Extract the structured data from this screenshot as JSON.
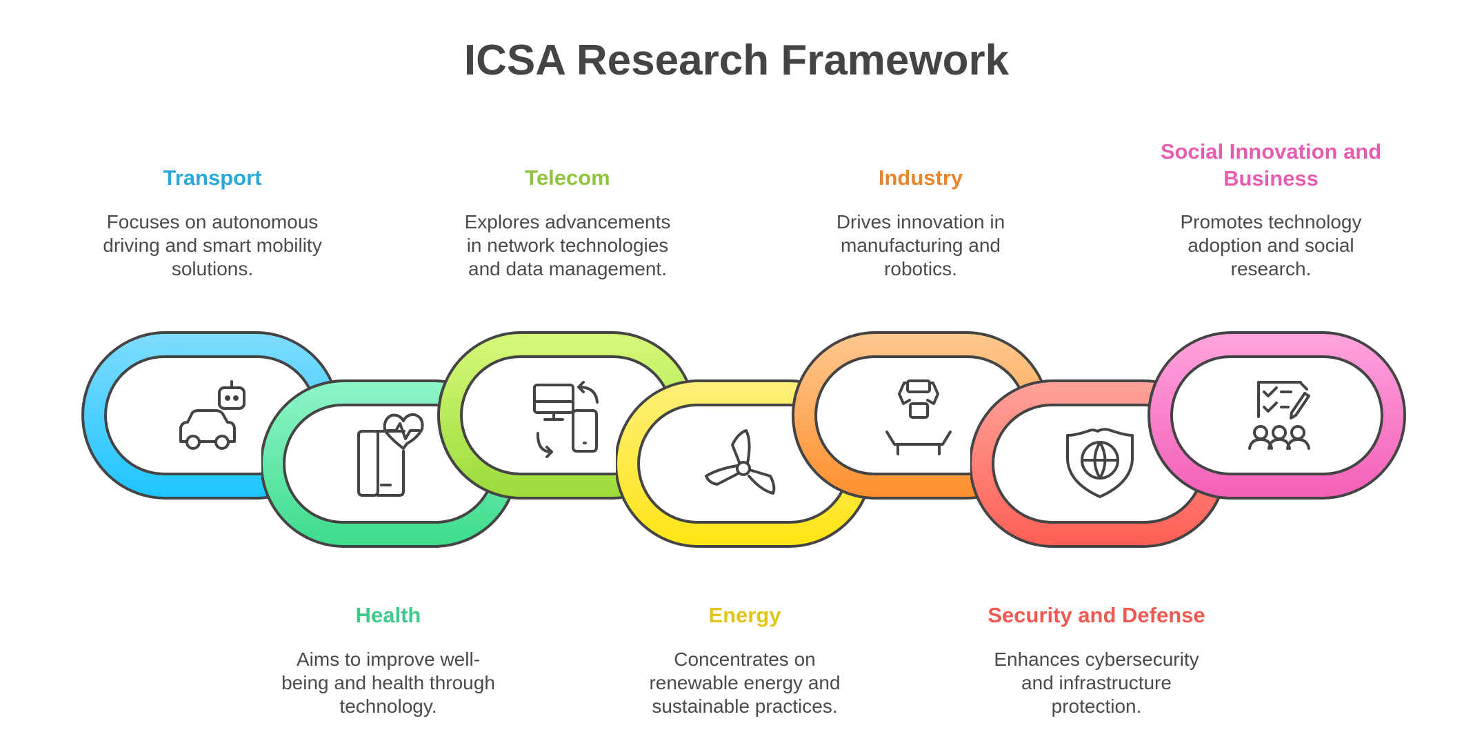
{
  "title": "ICSA Research Framework",
  "topics": [
    {
      "name": "Transport",
      "description": "Focuses on autonomous\ndriving and smart mobility\nsolutions.",
      "color": "#29a9d8",
      "icon": "autonomous-car-icon",
      "gradient": [
        "#7fdcff",
        "#1ec4ff"
      ]
    },
    {
      "name": "Health",
      "description": "Aims to improve well-\nbeing and health through\ntechnology.",
      "color": "#3ec98a",
      "icon": "health-tablet-icon",
      "gradient": [
        "#8ff5c8",
        "#3ddc8c"
      ]
    },
    {
      "name": "Telecom",
      "description": "Explores advancements\nin network technologies\nand data management.",
      "color": "#8fc43c",
      "icon": "devices-sync-icon",
      "gradient": [
        "#d6f97a",
        "#9bdc3a"
      ]
    },
    {
      "name": "Energy",
      "description": "Concentrates on\nrenewable energy and\nsustainable practices.",
      "color": "#e0c51a",
      "icon": "wind-turbine-icon",
      "gradient": [
        "#fff07a",
        "#ffe414"
      ]
    },
    {
      "name": "Industry",
      "description": "Drives innovation in\nmanufacturing and\nrobotics.",
      "color": "#e8862e",
      "icon": "robotic-arm-icon",
      "gradient": [
        "#ffc98f",
        "#ff8f2e"
      ]
    },
    {
      "name": "Security and Defense",
      "description": "Enhances cybersecurity\nand infrastructure\nprotection.",
      "color": "#ee5a52",
      "icon": "shield-globe-icon",
      "gradient": [
        "#ffa39a",
        "#ff5e54"
      ]
    },
    {
      "name": "Social Innovation and\nBusiness",
      "description": "Promotes technology\nadoption and social\nresearch.",
      "color": "#e65db0",
      "icon": "social-research-icon",
      "gradient": [
        "#ffa4de",
        "#f35fb8"
      ]
    }
  ]
}
